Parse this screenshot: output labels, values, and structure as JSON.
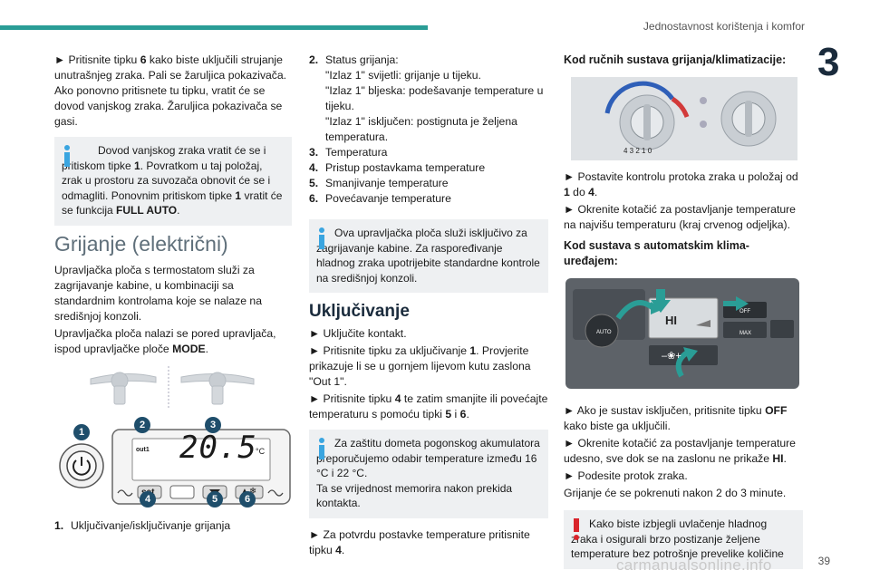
{
  "header": {
    "title": "Jednostavnost korištenja i komfor",
    "chapter": "3",
    "page": "39"
  },
  "watermark": "carmanualsonline.info",
  "col1": {
    "p1_arrow": "►",
    "p1_a": " Pritisnite tipku ",
    "p1_b": "6",
    "p1_c": " kako biste uključili strujanje unutrašnjeg zraka. Pali se žaruljica pokazivača. Ako ponovno pritisnete tu tipku, vratit će se dovod vanjskog zraka. Žaruljica pokazivača se gasi.",
    "note1_a": "Dovod vanjskog zraka vratit će se i pritiskom tipke ",
    "note1_b": "1",
    "note1_c": ". Povratkom u taj položaj, zrak u prostoru za suvozača obnovit će se i odmagliti. Ponovnim pritiskom tipke ",
    "note1_d": "1",
    "note1_e": " vratit će se funkcija ",
    "note1_f": "FULL AUTO",
    "note1_g": ".",
    "section_title": "Grijanje (električni)",
    "p2": "Upravljačka ploča s termostatom služi za zagrijavanje kabine, u kombinaciji sa standardnim kontrolama koje se nalaze na središnjoj konzoli.",
    "p3_a": "Upravljačka ploča nalazi se pored upravljača, ispod upravljačke ploče ",
    "p3_b": "MODE",
    "p3_c": ".",
    "panel": {
      "display_label": "out1",
      "temperature": "20.5",
      "unit": "°C",
      "set_label": "set",
      "callouts": [
        "1",
        "2",
        "3",
        "4",
        "5",
        "6"
      ]
    },
    "legend1_n": "1.",
    "legend1_t": "Uključivanje/isključivanje grijanja"
  },
  "col2": {
    "list": [
      {
        "n": "2.",
        "t": "Status grijanja:"
      },
      {
        "n": "3.",
        "t": "Temperatura"
      },
      {
        "n": "4.",
        "t": "Pristup postavkama temperature"
      },
      {
        "n": "5.",
        "t": "Smanjivanje temperature"
      },
      {
        "n": "6.",
        "t": "Povećavanje temperature"
      }
    ],
    "status_lines": [
      "\"Izlaz 1\" svijetli: grijanje u tijeku.",
      "\"Izlaz 1\" bljeska: podešavanje temperature u tijeku.",
      "\"Izlaz 1\" isključen: postignuta je željena temperatura."
    ],
    "note2": "Ova upravljačka ploča služi isključivo za zagrijavanje kabine. Za raspoređivanje hladnog zraka upotrijebite standardne kontrole na središnjoj konzoli.",
    "section_title": "Uključivanje",
    "arrow": "►",
    "p1": " Uključite kontakt.",
    "p2_a": " Pritisnite tipku za uključivanje ",
    "p2_b": "1",
    "p2_c": ". Provjerite prikazuje li se u gornjem lijevom kutu zaslona \"Out 1\".",
    "p3_a": " Pritisnite tipku ",
    "p3_b": "4",
    "p3_c": " te zatim smanjite ili povećajte temperaturu s pomoću tipki ",
    "p3_d": "5",
    "p3_e": " i ",
    "p3_f": "6",
    "p3_g": ".",
    "note3": "Za zaštitu dometa pogonskog akumulatora preporučujemo odabir temperature između 16 °C i 22 °C.",
    "note3_b": "Ta se vrijednost memorira nakon prekida kontakta.",
    "p4_a": " Za potvrdu postavke temperature pritisnite tipku ",
    "p4_b": "4",
    "p4_c": "."
  },
  "col3": {
    "h1": "Kod ručnih sustava grijanja/klimatizacije:",
    "arrow": "►",
    "p1_a": " Postavite kontrolu protoka zraka u položaj od ",
    "p1_b": "1",
    "p1_c": " do ",
    "p1_d": "4",
    "p1_e": ".",
    "p2": " Okrenite kotačić za postavljanje temperature na najvišu temperaturu (kraj crvenog odjeljka).",
    "h2": "Kod sustava s automatskim klima-uređajem:",
    "auto_panel": {
      "auto": "AUTO",
      "hi": "HI",
      "off": "OFF",
      "max": "MAX"
    },
    "p3_a": " Ako je sustav isključen, pritisnite tipku ",
    "p3_b": "OFF",
    "p3_c": " kako biste ga uključili.",
    "p4_a": " Okrenite kotačić za postavljanje temperature udesno, sve dok se na zaslonu ne prikaže ",
    "p4_b": "HI",
    "p4_c": ".",
    "p5": " Podesite protok zraka.",
    "p6": "Grijanje će se pokrenuti nakon 2 do 3 minute.",
    "warn": "Kako biste izbjegli uvlačenje hladnog zraka i osigurali brzo postizanje željene temperature bez potrošnje prevelike količine"
  },
  "colors": {
    "accent": "#2a9d96",
    "info": "#3aa5e0",
    "warning": "#d9242b",
    "callout": "#1f4e6b"
  }
}
